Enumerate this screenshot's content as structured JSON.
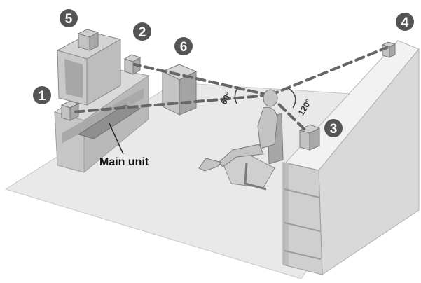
{
  "diagram": {
    "labels": {
      "main_unit": "Main unit",
      "angle_front": "60°",
      "angle_rear": "120°"
    },
    "badges": [
      {
        "id": "1",
        "text": "1"
      },
      {
        "id": "2",
        "text": "2"
      },
      {
        "id": "3",
        "text": "3"
      },
      {
        "id": "4",
        "text": "4"
      },
      {
        "id": "5",
        "text": "5"
      },
      {
        "id": "6",
        "text": "6"
      }
    ],
    "colors": {
      "floor": "#e9e9e9",
      "wall": "#dcdcdc",
      "furniture_light": "#cfcfcf",
      "furniture_mid": "#b9b9b9",
      "furniture_dark": "#9a9a9a",
      "badge": "#555555",
      "dash_line": "#666666",
      "outline": "#8a8a8a"
    }
  }
}
